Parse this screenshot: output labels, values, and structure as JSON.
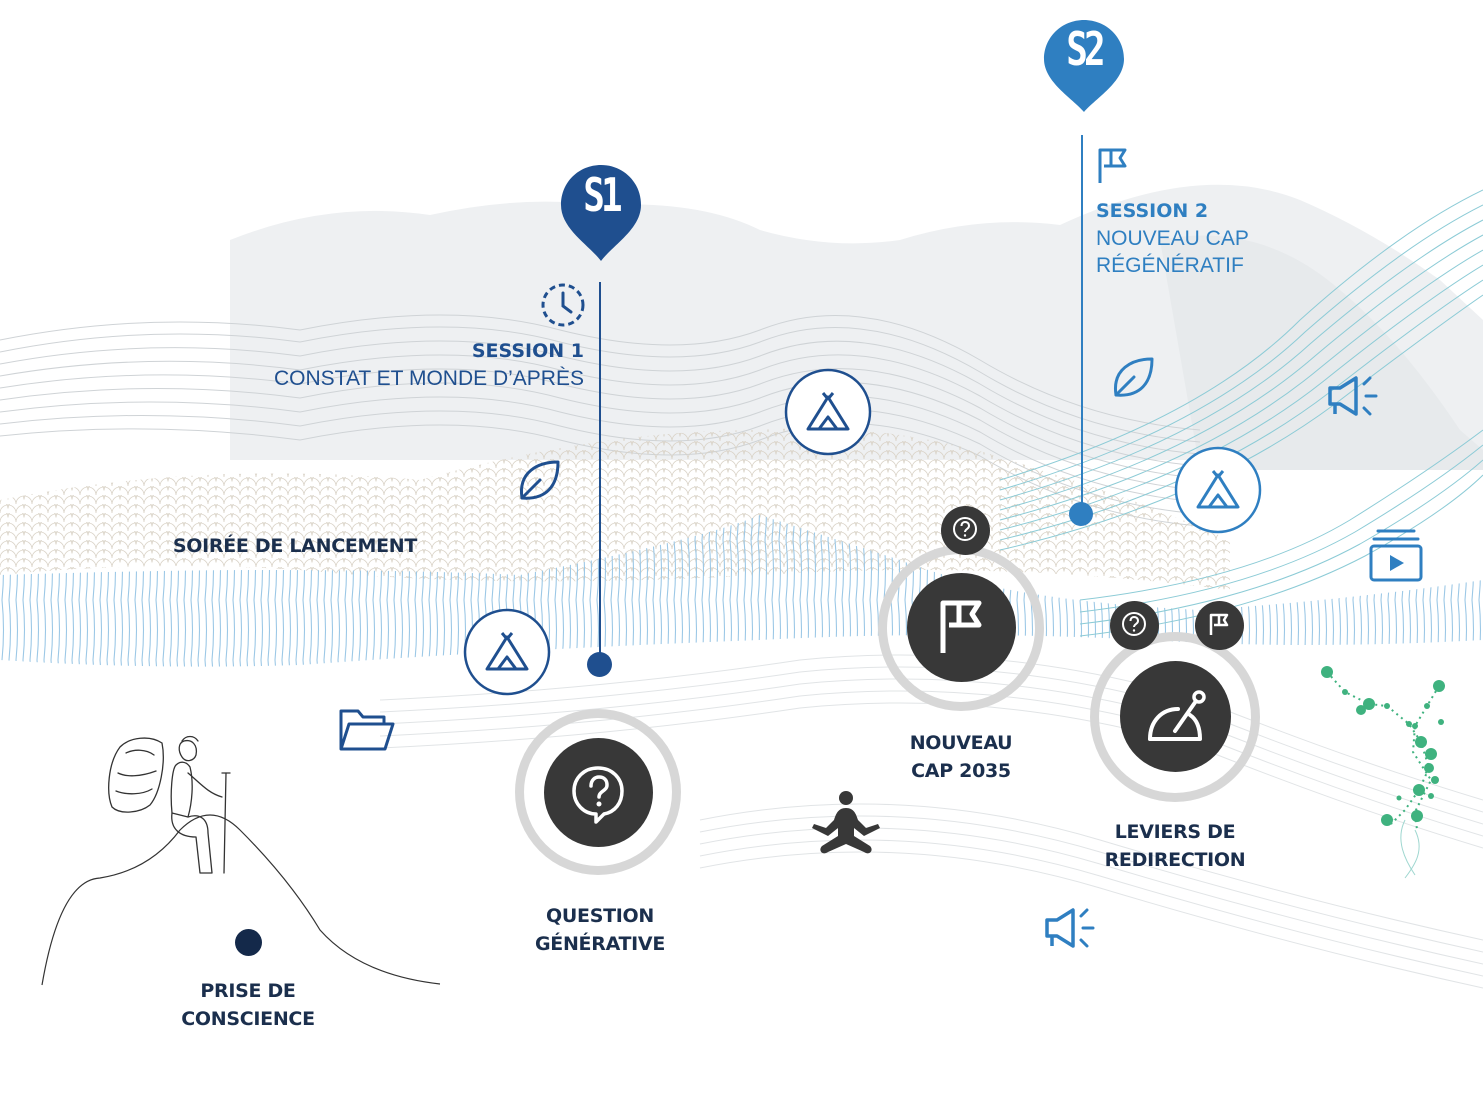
{
  "colors": {
    "navy": "#1f4f8f",
    "blue": "#2f7fc1",
    "dark": "#1b2f4d",
    "node": "#383838",
    "ring": "#d7d7d7",
    "teal": "#7ec1cf",
    "green": "#3fb27f"
  },
  "sessions": [
    {
      "pin": "S1",
      "title": "SESSION 1",
      "subtitle": "CONSTAT ET MONDE D’APRÈS",
      "icon": "clock-icon"
    },
    {
      "pin": "S2",
      "title": "SESSION 2",
      "subtitle_line1": "NOUVEAU CAP",
      "subtitle_line2": "RÉGÉNÉRATIF",
      "icon": "flag-icon"
    }
  ],
  "labels": {
    "soiree": "SOIRÉE DE LANCEMENT",
    "prise_line1": "PRISE DE",
    "prise_line2": "CONSCIENCE",
    "question_line1": "QUESTION",
    "question_line2": "GÉNÉRATIVE",
    "nouveau_line1": "NOUVEAU",
    "nouveau_line2": "CAP 2035",
    "leviers_line1": "LEVIERS DE",
    "leviers_line2": "REDIRECTION"
  },
  "milestones": [
    {
      "name": "question-generative",
      "icon": "question-bubble-icon"
    },
    {
      "name": "nouveau-cap-2035",
      "icon": "flag-icon",
      "badges": [
        "question-bubble-icon"
      ]
    },
    {
      "name": "leviers-de-redirection",
      "icon": "lever-icon",
      "badges": [
        "question-bubble-icon",
        "flag-icon"
      ]
    }
  ],
  "activity_icons": [
    "tent-icon",
    "leaf-icon",
    "folder-icon",
    "meditation-icon",
    "megaphone-icon",
    "video-icon"
  ]
}
